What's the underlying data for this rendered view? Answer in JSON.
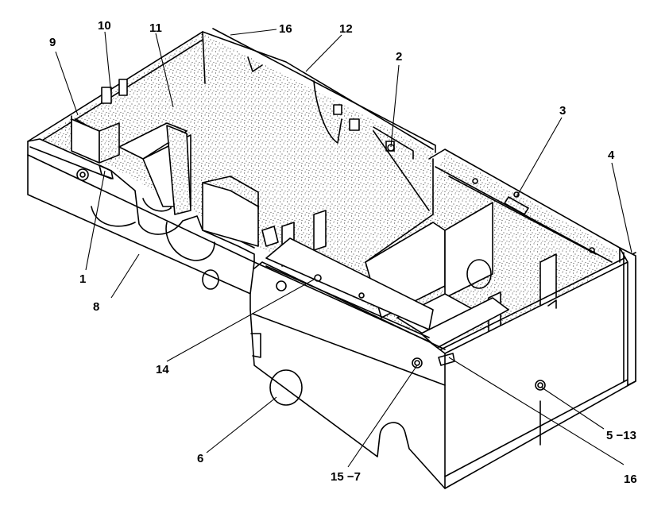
{
  "figure": {
    "callouts": {
      "c1": "1",
      "c2": "2",
      "c3": "3",
      "c4": "4",
      "c5_13": "5 −13",
      "c6": "6",
      "c8": "8",
      "c9": "9",
      "c10": "10",
      "c11": "11",
      "c12": "12",
      "c14": "14",
      "c15_7": "15 −7",
      "c16_top": "16",
      "c16_bottom": "16"
    },
    "colors": {
      "ink": "#000000",
      "paper": "#ffffff",
      "stipple": "#000000"
    }
  }
}
